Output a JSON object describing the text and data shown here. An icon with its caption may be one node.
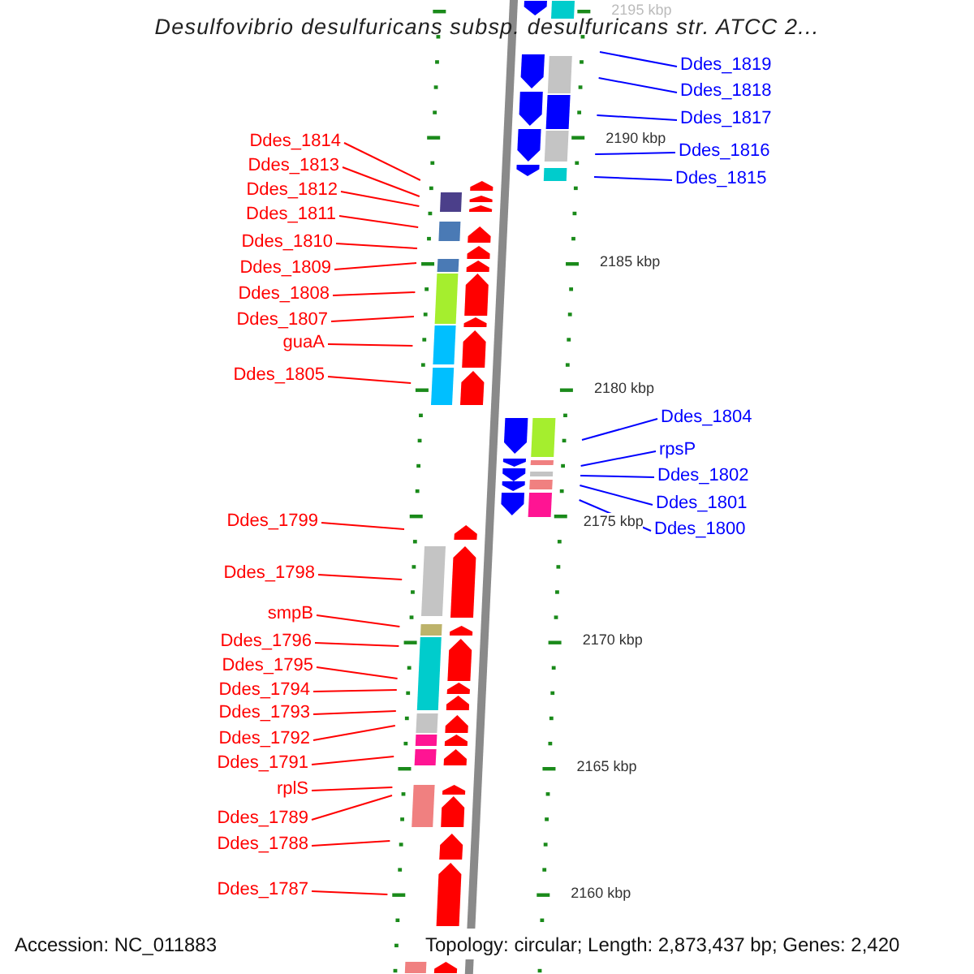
{
  "diagram": {
    "title": "Desulfovibrio desulfuricans subsp. desulfuricans str. ATCC 2...",
    "nodes": [
      {
        "text": [
          "Ddes_1814"
        ]
      },
      {
        "text": [
          "Ddes_1813"
        ]
      },
      {
        "text": [
          "Ddes_1812"
        ]
      },
      {
        "text": [
          "Ddes_1811"
        ]
      },
      {
        "text": [
          "Ddes_1810"
        ]
      },
      {
        "text": [
          "Ddes_1809"
        ]
      },
      {
        "text": [
          "Ddes_1808"
        ]
      },
      {
        "text": [
          "Ddes_1807"
        ]
      },
      {
        "text": [
          "guaA"
        ]
      },
      {
        "text": [
          "Ddes_1805"
        ]
      },
      {
        "text": [
          "Ddes_1799"
        ]
      },
      {
        "text": [
          "Ddes_1798"
        ]
      },
      {
        "text": [
          "smpB"
        ]
      },
      {
        "text": [
          "Ddes_1796"
        ]
      },
      {
        "text": [
          "Ddes_1795"
        ]
      },
      {
        "text": [
          "Ddes_1794"
        ]
      },
      {
        "text": [
          "Ddes_1793"
        ]
      },
      {
        "text": [
          "Ddes_1792"
        ]
      },
      {
        "text": [
          "Ddes_1791"
        ]
      },
      {
        "text": [
          "rplS"
        ]
      },
      {
        "text": [
          "Ddes_1789"
        ]
      },
      {
        "text": [
          "Ddes_1788"
        ]
      },
      {
        "text": [
          "Ddes_1787"
        ]
      },
      {
        "text": [
          "Ddes_1819"
        ]
      },
      {
        "text": [
          "Ddes_1818"
        ]
      },
      {
        "text": [
          "Ddes_1817"
        ]
      },
      {
        "text": [
          "Ddes_1816"
        ]
      },
      {
        "text": [
          "Ddes_1815"
        ]
      },
      {
        "text": [
          "Ddes_1804"
        ]
      },
      {
        "text": [
          "rpsP"
        ]
      },
      {
        "text": [
          "Ddes_1802"
        ]
      },
      {
        "text": [
          "Ddes_1801"
        ]
      },
      {
        "text": [
          "Ddes_1800"
        ]
      }
    ],
    "edges": [
      {
        "from": 0,
        "to": null,
        "arrow": "none"
      },
      {
        "from": 1,
        "to": null,
        "arrow": "none"
      },
      {
        "from": 2,
        "to": null,
        "arrow": "none"
      },
      {
        "from": 3,
        "to": null,
        "arrow": "none"
      },
      {
        "from": 4,
        "to": null,
        "arrow": "none"
      },
      {
        "from": 5,
        "to": null,
        "arrow": "none"
      },
      {
        "from": 6,
        "to": null,
        "arrow": "none"
      },
      {
        "from": 7,
        "to": null,
        "arrow": "none"
      },
      {
        "from": 8,
        "to": null,
        "arrow": "none"
      },
      {
        "from": 9,
        "to": null,
        "arrow": "none"
      },
      {
        "from": 10,
        "to": null,
        "arrow": "none"
      },
      {
        "from": 11,
        "to": null,
        "arrow": "none"
      },
      {
        "from": 12,
        "to": null,
        "arrow": "none"
      },
      {
        "from": 13,
        "to": null,
        "arrow": "none"
      },
      {
        "from": 14,
        "to": null,
        "arrow": "none"
      },
      {
        "from": 15,
        "to": null,
        "arrow": "none"
      },
      {
        "from": 16,
        "to": null,
        "arrow": "none"
      },
      {
        "from": 17,
        "to": null,
        "arrow": "none"
      },
      {
        "from": 18,
        "to": null,
        "arrow": "none"
      },
      {
        "from": 19,
        "to": null,
        "arrow": "none"
      },
      {
        "from": 20,
        "to": null,
        "arrow": "none"
      },
      {
        "from": 21,
        "to": null,
        "arrow": "none"
      },
      {
        "from": 22,
        "to": null,
        "arrow": "none"
      },
      {
        "from": 23,
        "to": null,
        "arrow": "none",
        "color": "#0000ff"
      },
      {
        "from": 24,
        "to": null,
        "arrow": "none",
        "color": "#0000ff"
      },
      {
        "from": 25,
        "to": null,
        "arrow": "none",
        "color": "#0000ff"
      },
      {
        "from": 26,
        "to": null,
        "arrow": "none",
        "color": "#0000ff"
      },
      {
        "from": 27,
        "to": null,
        "arrow": "none",
        "color": "#0000ff"
      },
      {
        "from": 28,
        "to": null,
        "arrow": "none",
        "color": "#0000ff"
      },
      {
        "from": 29,
        "to": null,
        "arrow": "none",
        "color": "#0000ff"
      },
      {
        "from": 30,
        "to": null,
        "arrow": "none",
        "color": "#0000ff"
      },
      {
        "from": 31,
        "to": null,
        "arrow": "none",
        "color": "#0000ff"
      },
      {
        "from": 32,
        "to": null,
        "arrow": "none",
        "color": "#0000ff"
      }
    ],
    "labels": [
      "2195 kbp",
      "2190 kbp",
      "2185 kbp",
      "2180 kbp",
      "2175 kbp",
      "2170 kbp",
      "2165 kbp",
      "2160 kbp",
      "Accession: NC_011883",
      "Topology: circular; Length: 2,873,437 bp; Genes: 2,420"
    ]
  }
}
